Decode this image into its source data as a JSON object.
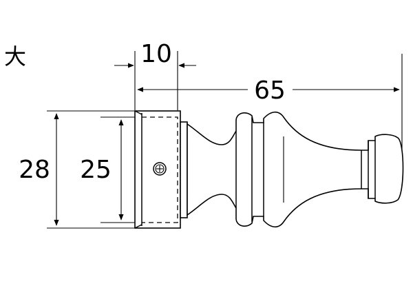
{
  "size_label": "大",
  "dimensions": {
    "width_10": "10",
    "length_65": "65",
    "outer_28": "28",
    "inner_25": "25"
  }
}
